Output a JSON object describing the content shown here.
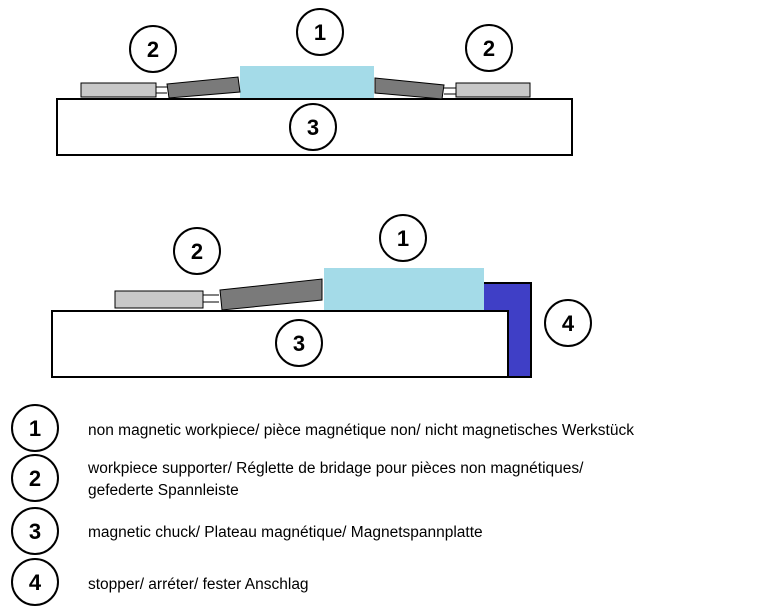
{
  "diagram": {
    "top": {
      "workpiece_num": "1",
      "supporter_left_num": "2",
      "supporter_right_num": "2",
      "chuck_num": "3"
    },
    "bottom": {
      "workpiece_num": "1",
      "supporter_num": "2",
      "chuck_num": "3",
      "stopper_num": "4"
    }
  },
  "legend": [
    {
      "num": "1",
      "text": "non magnetic workpiece/ pièce magnétique non/ nicht magnetisches Werkstück"
    },
    {
      "num": "2",
      "line1": "workpiece supporter/ Réglette de bridage pour pièces non magnétiques/",
      "line2": "gefederte Spannleiste"
    },
    {
      "num": "3",
      "text": "magnetic chuck/ Plateau magnétique/ Magnetspannplatte"
    },
    {
      "num": "4",
      "text": "stopper/ arréter/ fester Anschlag"
    }
  ],
  "colors": {
    "workpiece": "#a4dbe8",
    "supporter_flat": "#c8c8c8",
    "supporter_tilted": "#7a7a7a",
    "stopper": "#3f3fc6",
    "chuck": "#ffffff",
    "outline": "#000000"
  }
}
